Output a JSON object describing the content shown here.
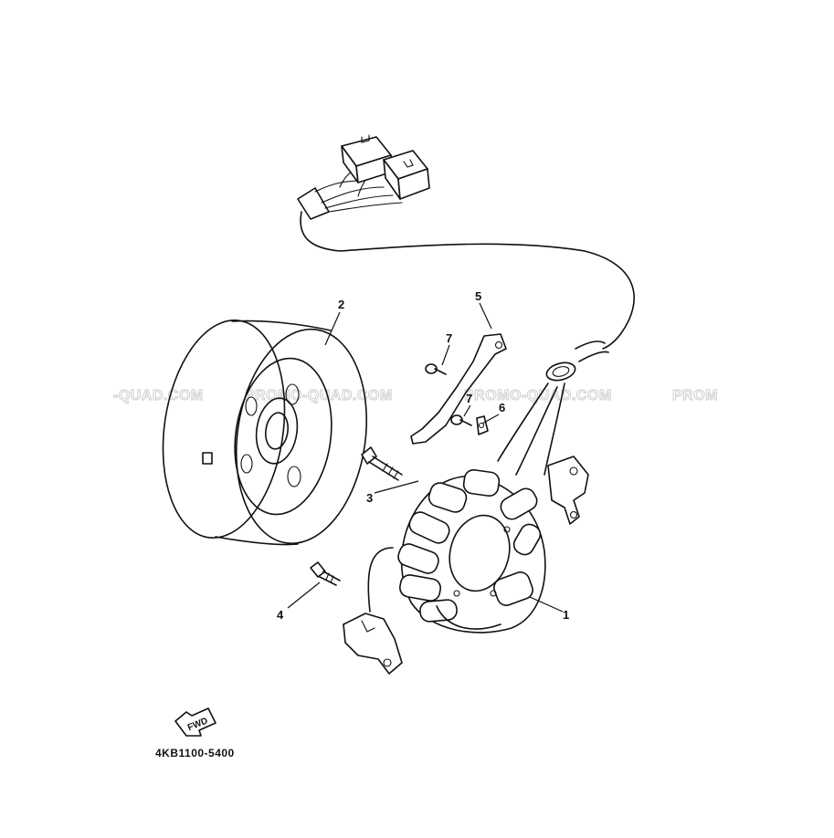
{
  "diagram": {
    "part_code": "4KB1100-5400",
    "fwd_label": "FWD",
    "watermarks": [
      "-QUAD.COM",
      "PROMO-QUAD.COM",
      "PROMO-QUAD.COM",
      "PROM"
    ],
    "callouts": [
      "1",
      "2",
      "3",
      "4",
      "5",
      "6",
      "7",
      "7"
    ]
  }
}
